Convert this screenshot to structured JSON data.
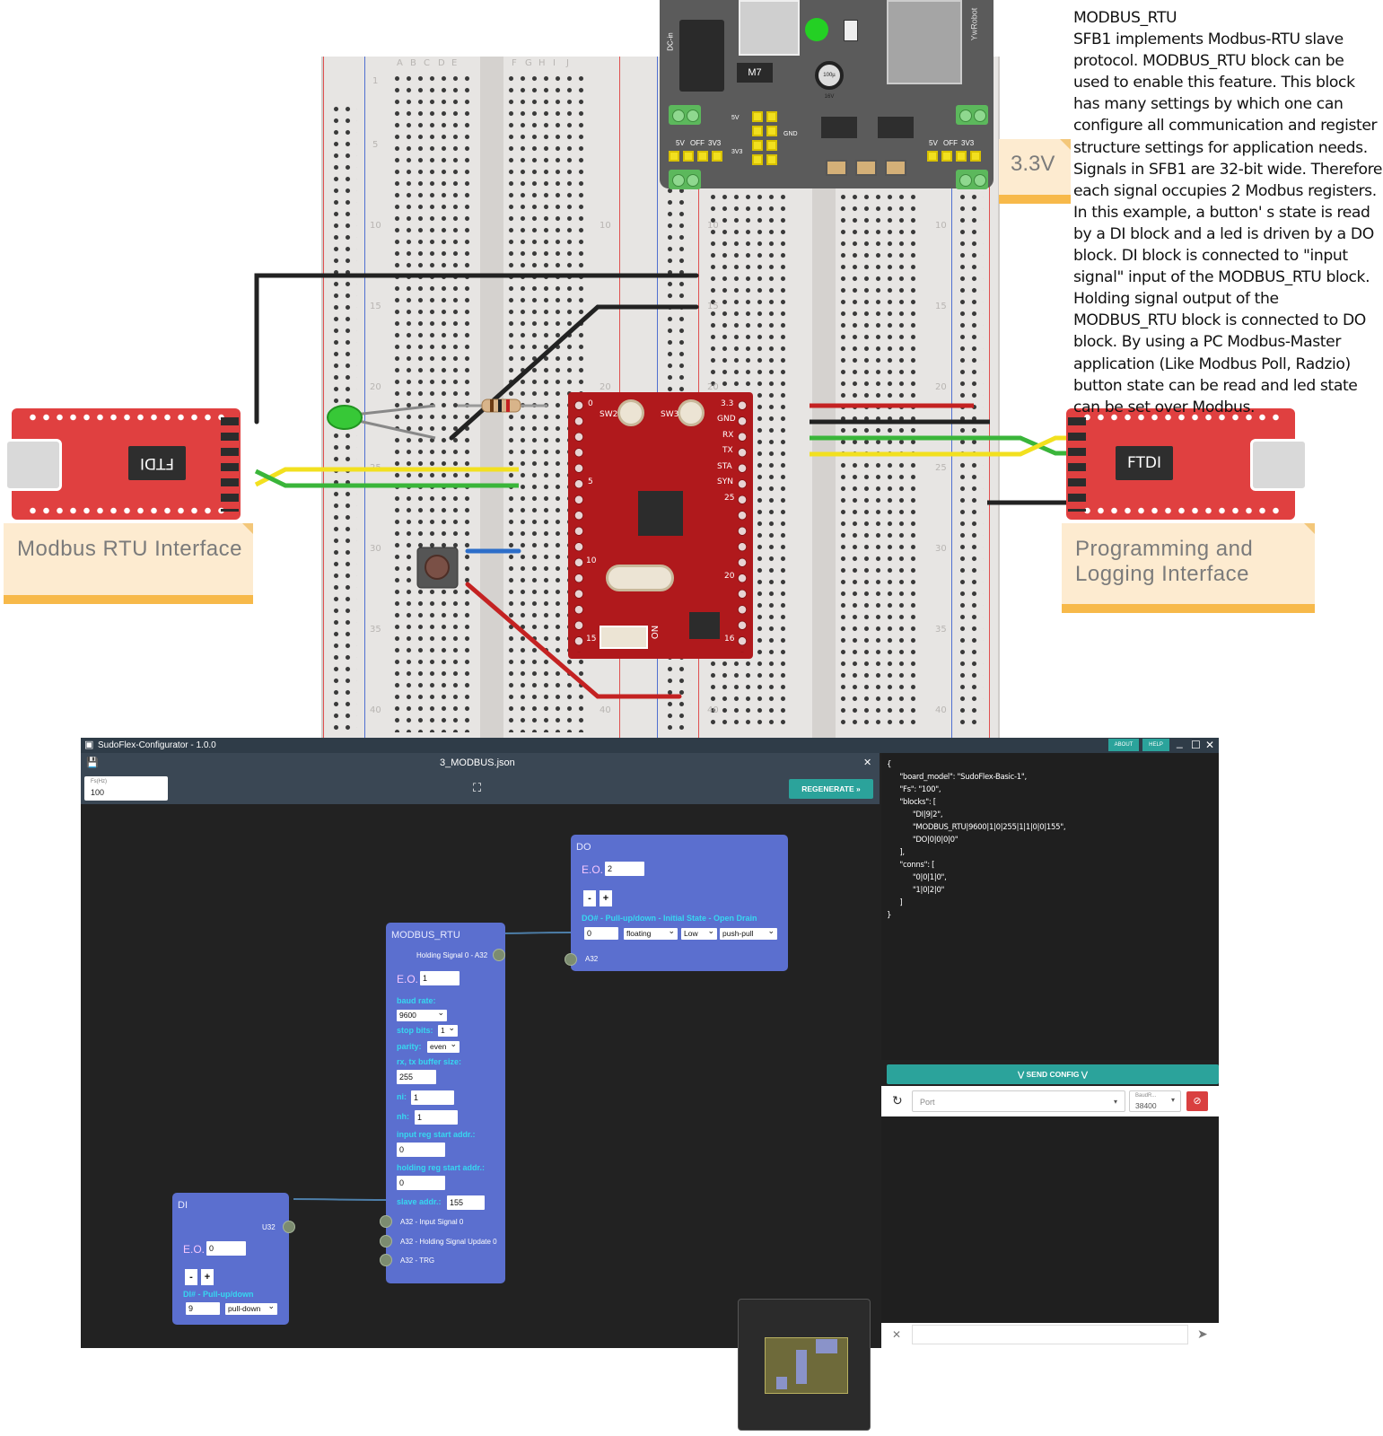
{
  "description": {
    "title": "MODBUS_RTU",
    "body": "SFB1 implements Modbus-RTU slave protocol. MODBUS_RTU block can be used to enable this feature. This block has many settings by which one can configure all communication and register structure settings for application needs. Signals in SFB1 are 32-bit wide. Therefore each signal occupies 2 Modbus registers. In this example, a button' s state is read by a DI block and a led is driven by a DO block. DI block is connected to \"input signal\" input of the MODBUS_RTU block. Holding signal output of the MODBUS_RTU block is connected to DO block. By using a PC Modbus-Master application (Like Modbus Poll, Radzio) button state can be read and led state can be set over Modbus."
  },
  "circuit": {
    "note_modbus": "Modbus RTU Interface",
    "note_programming_line1": "Programming and",
    "note_programming_line2": "Logging Interface",
    "note_voltage": "3.3V",
    "ftdi_left_label": "FTDI",
    "ftdi_right_label": "FTDI",
    "breadboard_letters_left": [
      "A",
      "B",
      "C",
      "D",
      "E"
    ],
    "breadboard_letters_right": [
      "F",
      "G",
      "H",
      "I",
      "J"
    ],
    "breadboard_row_numbers": [
      "1",
      "5",
      "10",
      "15",
      "20",
      "25",
      "30",
      "35",
      "40"
    ],
    "power_module": {
      "dc_label": "DC-in",
      "regulator_label": "M7",
      "cap_label": "100µ 16V",
      "left_sel": [
        "5V",
        "OFF",
        "3V3"
      ],
      "right_sel": [
        "5V",
        "OFF",
        "3V3"
      ],
      "brand": "YwRobot",
      "mid_labels": [
        "5V",
        "GND",
        "3V3"
      ]
    },
    "sfb1": {
      "sw_labels": [
        "SW2",
        "SW3"
      ],
      "right_labels": [
        "3.3",
        "GND",
        "RX",
        "TX",
        "STA",
        "SYN"
      ],
      "left_numbers": [
        "0",
        "5",
        "10",
        "15"
      ],
      "right_numbers": [
        "25",
        "20",
        "16"
      ],
      "on_label": "ON"
    }
  },
  "app": {
    "window_title": "SudoFlex-Configurator - 1.0.0",
    "about_label": "ABOUT",
    "help_label": "HELP",
    "minimize_icon": "_",
    "maximize_icon": "☐",
    "close_icon": "✕",
    "file_name": "3_MODBUS.json",
    "file_close": "✕",
    "fs_label": "Fs(Hz)",
    "fs_value": "100",
    "regenerate_label": "REGENERATE",
    "json_text": [
      "{",
      "      \"board_model\": \"SudoFlex-Basic-1\",",
      "      \"Fs\": \"100\",",
      "      \"blocks\": [",
      "            \"DI|9|2\",",
      "            \"MODBUS_RTU|9600|1|0|255|1|1|0|0|155\",",
      "            \"DO|0|0|0|0\"",
      "      ],",
      "      \"conns\": [",
      "            \"0|0|1|0\",",
      "            \"1|0|2|0\"",
      "      ]",
      "}"
    ],
    "send_config_label": "SEND CONFIG",
    "port_placeholder": "Port",
    "baud_label": "BaudR...",
    "baud_value": "38400",
    "blocks": {
      "do": {
        "title": "DO",
        "eo_label": "E.O.",
        "eo_value": "2",
        "minus": "-",
        "plus": "+",
        "desc": "DO# - Pull-up/down - Initial State - Open Drain",
        "num_value": "0",
        "pull_value": "floating",
        "state_value": "Low",
        "drive_value": "push-pull",
        "port_label": "A32"
      },
      "modbus": {
        "title": "MODBUS_RTU",
        "out_port_label": "Holding Signal 0 - A32",
        "eo_label": "E.O.",
        "eo_value": "1",
        "baud_label": "baud rate:",
        "baud_value": "9600",
        "stop_label": "stop bits:",
        "stop_value": "1",
        "parity_label": "parity:",
        "parity_value": "even",
        "buffer_label": "rx, tx buffer size:",
        "buffer_value": "255",
        "ni_label": "ni:",
        "ni_value": "1",
        "nh_label": "nh:",
        "nh_value": "1",
        "input_reg_label": "input reg start addr.:",
        "input_reg_value": "0",
        "holding_reg_label": "holding reg start addr.:",
        "holding_reg_value": "0",
        "slave_label": "slave addr.:",
        "slave_value": "155",
        "in_ports": [
          "A32 - Input Signal 0",
          "A32 - Holding Signal Update 0",
          "A32 - TRG"
        ]
      },
      "di": {
        "title": "DI",
        "port_label": "U32",
        "eo_label": "E.O.",
        "eo_value": "0",
        "minus": "-",
        "plus": "+",
        "desc": "DI# - Pull-up/down",
        "num_value": "9",
        "pull_value": "pull-down"
      }
    }
  }
}
